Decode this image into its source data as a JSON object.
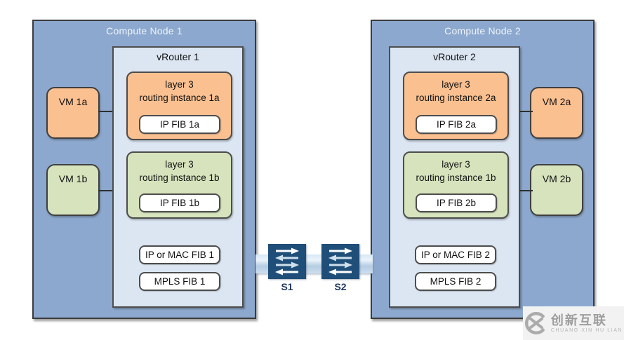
{
  "nodes": [
    {
      "title": "Compute Node 1",
      "vrouter": "vRouter 1",
      "instances": [
        {
          "line1": "layer 3",
          "line2": "routing instance 1a",
          "fib": "IP FIB 1a",
          "color": "orange"
        },
        {
          "line1": "layer 3",
          "line2": "routing instance 1b",
          "fib": "IP FIB 1b",
          "color": "green"
        }
      ],
      "vms": [
        "VM 1a",
        "VM 1b"
      ],
      "shared_fibs": [
        "IP or MAC FIB 1",
        "MPLS FIB 1"
      ]
    },
    {
      "title": "Compute Node 2",
      "vrouter": "vRouter 2",
      "instances": [
        {
          "line1": "layer 3",
          "line2": "routing instance 2a",
          "fib": "IP FIB 2a",
          "color": "orange"
        },
        {
          "line1": "layer 3",
          "line2": "routing instance 1b",
          "fib": "IP FIB 2b",
          "color": "green"
        }
      ],
      "vms": [
        "VM 2a",
        "VM 2b"
      ],
      "shared_fibs": [
        "IP or MAC FIB 2",
        "MPLS FIB 2"
      ]
    }
  ],
  "switches": [
    {
      "label": "S1"
    },
    {
      "label": "S2"
    }
  ],
  "watermark": {
    "cn": "创新互联",
    "en": "CHUANG XIN HU LIAN"
  },
  "colors": {
    "node_fill": "#8CA8CE",
    "vrouter_fill": "#DBE6F2",
    "instance_orange": "#FAC090",
    "instance_green": "#D6E3BC",
    "switch_navy": "#1F4E79",
    "band_blue": "#C6D9EB",
    "fib_white": "#FFFFFF",
    "node_title_text": "#EEF4FB",
    "switch_label_text": "#1F3864"
  }
}
